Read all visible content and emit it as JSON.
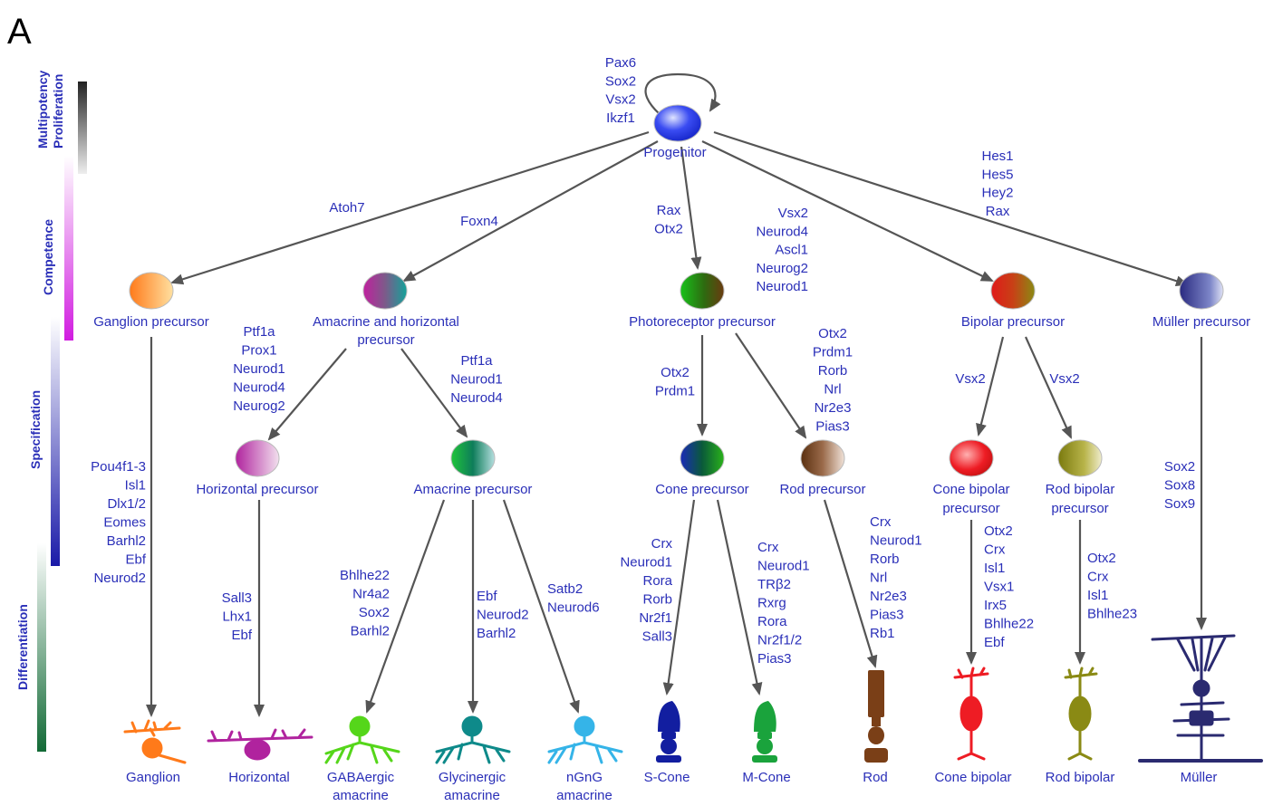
{
  "panel_label": "A",
  "stages": {
    "proliferation": "Multipotency\nProliferation",
    "competence": "Competence",
    "specification": "Specification",
    "differentiation": "Differentiation"
  },
  "progenitor": {
    "label": "Progenitor",
    "factors": [
      "Pax6",
      "Sox2",
      "Vsx2",
      "Ikzf1"
    ]
  },
  "precursors": {
    "ganglion": "Ganglion precursor",
    "amacrine_horizontal": "Amacrine and horizontal\nprecursor",
    "photoreceptor": "Photoreceptor precursor",
    "bipolar": "Bipolar precursor",
    "muller": "Müller precursor",
    "horizontal": "Horizontal precursor",
    "amacrine": "Amacrine precursor",
    "cone": "Cone precursor",
    "rod": "Rod precursor",
    "cone_bipolar": "Cone bipolar\nprecursor",
    "rod_bipolar": "Rod bipolar\nprecursor"
  },
  "factors": {
    "atoh7": [
      "Atoh7"
    ],
    "foxn4": [
      "Foxn4"
    ],
    "rax_otx2": [
      "Rax",
      "Otx2"
    ],
    "bipolar_tf": [
      "Vsx2",
      "Neurod4",
      "Ascl1",
      "Neurog2",
      "Neurod1"
    ],
    "muller_tf": [
      "Hes1",
      "Hes5",
      "Hey2",
      "Rax"
    ],
    "horizontal_tf": [
      "Ptf1a",
      "Prox1",
      "Neurod1",
      "Neurod4",
      "Neurog2"
    ],
    "amacrine_tf": [
      "Ptf1a",
      "Neurod1",
      "Neurod4"
    ],
    "cone_tf": [
      "Otx2",
      "Prdm1"
    ],
    "rod_tf": [
      "Otx2",
      "Prdm1",
      "Rorb",
      "Nrl",
      "Nr2e3",
      "Pias3"
    ],
    "cone_bip_tf": [
      "Vsx2"
    ],
    "rod_bip_tf": [
      "Vsx2"
    ],
    "ganglion_diff": [
      "Pou4f1-3",
      "Isl1",
      "Dlx1/2",
      "Eomes",
      "Barhl2",
      "Ebf",
      "Neurod2"
    ],
    "horizontal_diff": [
      "Sall3",
      "Lhx1",
      "Ebf"
    ],
    "gaba_diff": [
      "Bhlhe22",
      "Nr4a2",
      "Sox2",
      "Barhl2"
    ],
    "gly_diff": [
      "Ebf",
      "Neurod2",
      "Barhl2"
    ],
    "ngng_diff": [
      "Satb2",
      "Neurod6"
    ],
    "scone_diff": [
      "Crx",
      "Neurod1",
      "Rora",
      "Rorb",
      "Nr2f1",
      "Sall3"
    ],
    "mcone_diff": [
      "Crx",
      "Neurod1",
      "TRβ2",
      "Rxrg",
      "Rora",
      "Nr2f1/2",
      "Pias3"
    ],
    "rod_diff": [
      "Crx",
      "Neurod1",
      "Rorb",
      "Nrl",
      "Nr2e3",
      "Pias3",
      "Rb1"
    ],
    "cone_bip_diff": [
      "Otx2",
      "Crx",
      "Isl1",
      "Vsx1",
      "Irx5",
      "Bhlhe22",
      "Ebf"
    ],
    "rod_bip_diff": [
      "Otx2",
      "Crx",
      "Isl1",
      "Bhlhe23"
    ],
    "muller_diff": [
      "Sox2",
      "Sox8",
      "Sox9"
    ]
  },
  "cells": {
    "ganglion": "Ganglion",
    "horizontal": "Horizontal",
    "gaba": "GABAergic\namacrine",
    "glycinergic": "Glycinergic\namacrine",
    "ngng": "nGnG\namacrine",
    "scone": "S-Cone",
    "mcone": "M-Cone",
    "rod": "Rod",
    "cone_bipolar": "Cone bipolar",
    "rod_bipolar": "Rod bipolar",
    "muller": "Müller"
  },
  "colors": {
    "label_text": "#2a2fb8",
    "arrow": "#555555",
    "ganglion": "#ff7a1a",
    "horizontal": "#b0239e",
    "gaba": "#55d61a",
    "glycinergic": "#0e8a8a",
    "ngng": "#35b4e8",
    "scone": "#121ea0",
    "mcone": "#1aa33c",
    "rod": "#7a3f17",
    "cone_bipolar": "#ee1c24",
    "rod_bipolar": "#8a8a14",
    "muller": "#2a2a70"
  }
}
